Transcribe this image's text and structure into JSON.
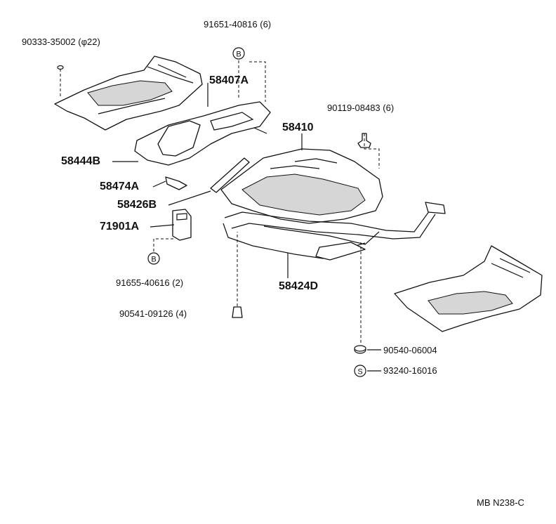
{
  "callouts": {
    "c1": "90333-35002 (φ22)",
    "c2": "91651-40816 (6)",
    "c3": "58407A",
    "c4": "90119-08483 (6)",
    "c5": "58410",
    "c6": "58444B",
    "c7": "58474A",
    "c8": "58426B",
    "c9": "71901A",
    "c10": "91655-40616 (2)",
    "c11": "58424D",
    "c12": "90541-09126 (4)",
    "c13": "90540-06004",
    "c14": "93240-16016"
  },
  "symbols": {
    "bolt_b_letter": "B",
    "screw_s_letter": "S"
  },
  "footer": {
    "diagram_code": "MB N238-C"
  },
  "colors": {
    "ink": "#111111",
    "shading": "#d6d6d6",
    "background": "#ffffff"
  }
}
